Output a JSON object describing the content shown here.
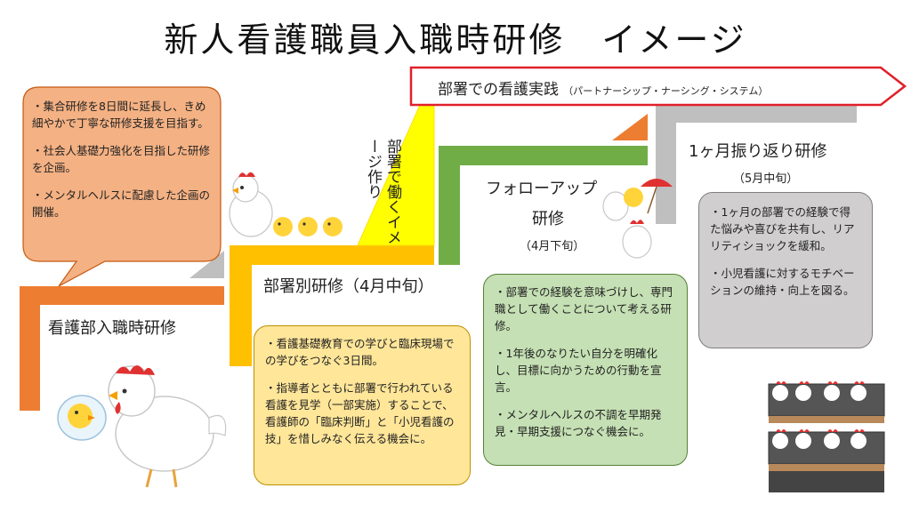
{
  "title": "新人看護職員入職時研修　イメージ",
  "banner": {
    "main": "部署での看護実践",
    "sub": "（パートナーシップ・ナーシング・システム）"
  },
  "diagonal_label": "部署で働くイメージ作り",
  "stage1": {
    "label": "看護部入職時研修",
    "bullets": [
      "・集合研修を8日間に延長し、きめ細やかで丁寧な研修支援を目指す。",
      "・社会人基礎力強化を目指した研修を企画。",
      "・メンタルヘルスに配慮した企画の開催。"
    ]
  },
  "stage2": {
    "label": "部署別研修（4月中旬）",
    "bullets": [
      "・看護基礎教育での学びと臨床現場での学びをつなぐ3日間。",
      "・指導者とともに部署で行われている看護を見学（一部実施）することで、看護師の「臨床判断」と「小児看護の技」を惜しみなく伝える機会に。"
    ]
  },
  "stage3": {
    "label_line1": "フォローアップ",
    "label_line2": "研修",
    "when": "（4月下旬）",
    "bullets": [
      "・部署での経験を意味づけし、専門職として働くことについて考える研修。",
      "・1年後のなりたい自分を明確化し、目標に向かうための行動を宣言。",
      "・メンタルヘルスの不調を早期発見・早期支援につなぐ機会に。"
    ]
  },
  "stage4": {
    "label": "1ヶ月振り返り研修",
    "when": "（5月中旬）",
    "bullets": [
      "・1ヶ月の部署での経験で得た悩みや喜びを共有し、リアリティショックを緩和。",
      "・小児看護に対するモチベーションの維持・向上を図る。"
    ]
  },
  "colors": {
    "stage1": "#ED7D31",
    "stage2": "#FFC000",
    "stage3": "#70AD47",
    "stage4": "#BFBFBF",
    "banner_border": "#E0202A",
    "box1": "#F4B183",
    "box2": "#FFE699",
    "box3": "#C5E0B4",
    "box4": "#D0CECE"
  },
  "icons": {
    "chick_in_egg": "chick-in-egg-illustration",
    "chickens_with_chicks": "hen-and-chicks-illustration",
    "chickens_with_parasol": "chicks-with-parasol-illustration",
    "chicken_cages": "chicken-cages-illustration",
    "hen_main": "hen-illustration"
  }
}
